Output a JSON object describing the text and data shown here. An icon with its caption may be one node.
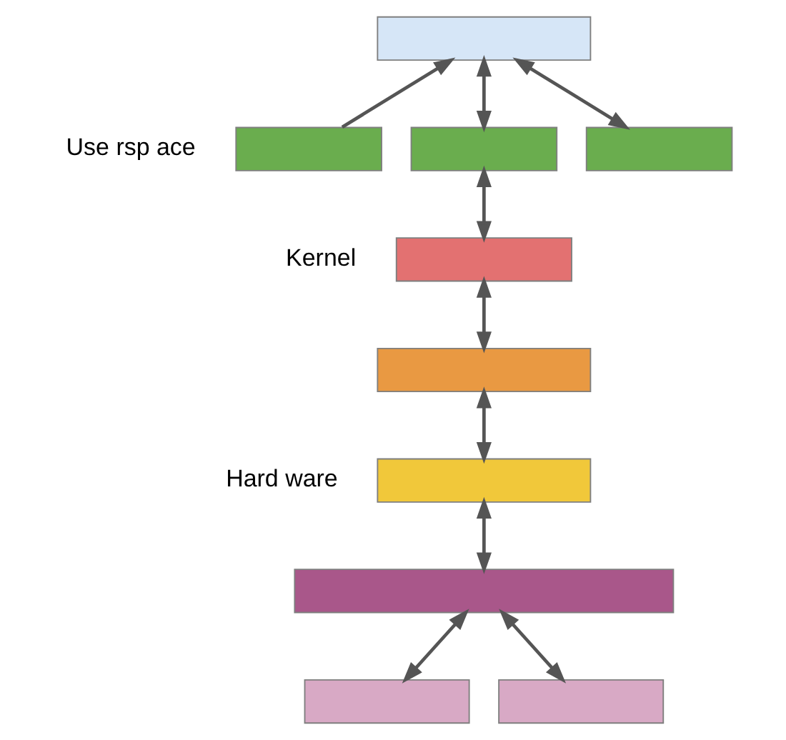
{
  "diagram": {
    "nodes": [
      {
        "text": [],
        "shape": "box"
      },
      {
        "text": [],
        "shape": "box"
      },
      {
        "text": [],
        "shape": "box"
      },
      {
        "text": [],
        "shape": "box"
      },
      {
        "text": [],
        "shape": "box"
      },
      {
        "text": [],
        "shape": "box"
      },
      {
        "text": [],
        "shape": "box"
      },
      {
        "text": [],
        "shape": "box"
      },
      {
        "text": [],
        "shape": "box"
      },
      {
        "text": [],
        "shape": "box"
      }
    ],
    "edges": [
      {
        "from": 1,
        "to": 0,
        "arrow": "to"
      },
      {
        "from": 0,
        "to": 2,
        "arrow": "both"
      },
      {
        "from": 0,
        "to": 3,
        "arrow": "both"
      },
      {
        "from": 2,
        "to": 4,
        "arrow": "both"
      },
      {
        "from": 4,
        "to": 5,
        "arrow": "both"
      },
      {
        "from": 5,
        "to": 6,
        "arrow": "both"
      },
      {
        "from": 6,
        "to": 7,
        "arrow": "both"
      },
      {
        "from": 7,
        "to": 8,
        "arrow": "both"
      },
      {
        "from": 7,
        "to": 9,
        "arrow": "both"
      }
    ],
    "labels": [
      "Use rsp ace",
      "Kernel",
      "Hard ware"
    ]
  }
}
